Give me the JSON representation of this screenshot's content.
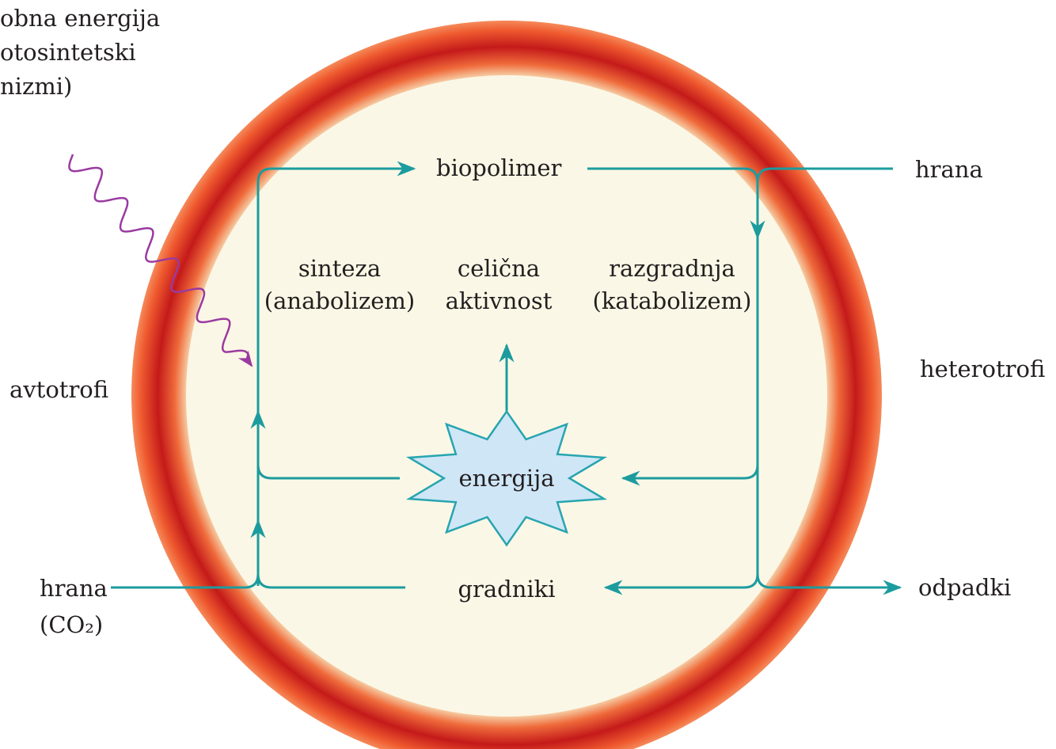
{
  "colors": {
    "ring_outer": "#e8401f",
    "ring_core": "#c41a1a",
    "cell_fill": "#fbf7e6",
    "arrow": "#1c9c9e",
    "light_wave": "#9a3aa0",
    "energy_fill": "#cfe6f7",
    "energy_stroke": "#27a5b0"
  },
  "labels": {
    "light_energy": [
      "obna energija",
      "otosintetski",
      "nizmi)"
    ],
    "autotrophs": "avtotrofi",
    "heterotrophs": "heterotrofi",
    "food_in_right": "hrana",
    "food_in_left": "hrana",
    "food_in_left_sub": "(CO₂)",
    "waste": "odpadki",
    "biopolymer": "biopolimer",
    "synthesis": [
      "sinteza",
      "(anabolizem)"
    ],
    "cell_activity": [
      "celična",
      "aktivnost"
    ],
    "breakdown": [
      "razgradnja",
      "(katabolizem)"
    ],
    "energy": "energija",
    "building_blocks": "gradniki"
  }
}
